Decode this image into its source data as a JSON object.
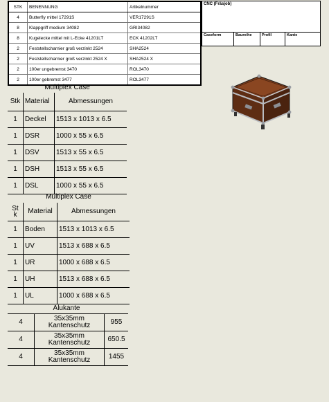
{
  "parts_list": {
    "headers": [
      "STK",
      "BENENNUNG",
      "Artikelnummer"
    ],
    "rows": [
      [
        "4",
        "Butterfly mittel 17291S",
        "VER17291S"
      ],
      [
        "8",
        "Klappgriff medium 34082",
        "GRI34082"
      ],
      [
        "8",
        "Kugelecke mittel mit L-Ecke 41201LT",
        "ECK 41202LT"
      ],
      [
        "2",
        "Feststellscharnier groß verzinkt 2524",
        "SHA2524"
      ],
      [
        "2",
        "Feststellscharnier groß verzinkt 2524 X",
        "SHA2524 X"
      ],
      [
        "2",
        "100er ungebremst 3470",
        "ROL3470"
      ],
      [
        "2",
        "100er gebremst 3477",
        "ROL3477"
      ]
    ]
  },
  "title_block": {
    "top": "CNC (Fräsjob)",
    "fields": [
      "Caseform",
      "Baureihe",
      "Profil",
      "Kante"
    ]
  },
  "multiplex1": {
    "title": "Multiplex Case",
    "headers": [
      "Stk",
      "Material",
      "Abmessungen"
    ],
    "rows": [
      [
        "1",
        "Deckel",
        "1513 x 1013 x 6.5"
      ],
      [
        "1",
        "DSR",
        "1000 x 55 x 6.5"
      ],
      [
        "1",
        "DSV",
        "1513 x 55 x 6.5"
      ],
      [
        "1",
        "DSH",
        "1513 x 55 x 6.5"
      ],
      [
        "1",
        "DSL",
        "1000 x 55 x 6.5"
      ]
    ]
  },
  "multiplex2": {
    "title": "Multiplex Case",
    "headers": [
      "St\nk",
      "Material",
      "Abmessungen"
    ],
    "rows": [
      [
        "1",
        "Boden",
        "1513 x 1013 x 6.5"
      ],
      [
        "1",
        "UV",
        "1513 x 688 x 6.5"
      ],
      [
        "1",
        "UR",
        "1000 x 688 x 6.5"
      ],
      [
        "1",
        "UH",
        "1513 x 688 x 6.5"
      ],
      [
        "1",
        "UL",
        "1000 x 688 x 6.5"
      ]
    ]
  },
  "alukante": {
    "title": "Alukante",
    "rows": [
      [
        "4",
        "35x35mm\nKantenschutz",
        "955"
      ],
      [
        "4",
        "35x35mm\nKantenschutz",
        "650.5"
      ],
      [
        "4",
        "35x35mm\nKantenschutz",
        "1455"
      ]
    ]
  },
  "colors": {
    "background": "#e9e8dd",
    "wood": "#6b3418",
    "metal": "#b9bcc0"
  },
  "icons": {
    "case_preview": "flight-case-3d-icon"
  }
}
